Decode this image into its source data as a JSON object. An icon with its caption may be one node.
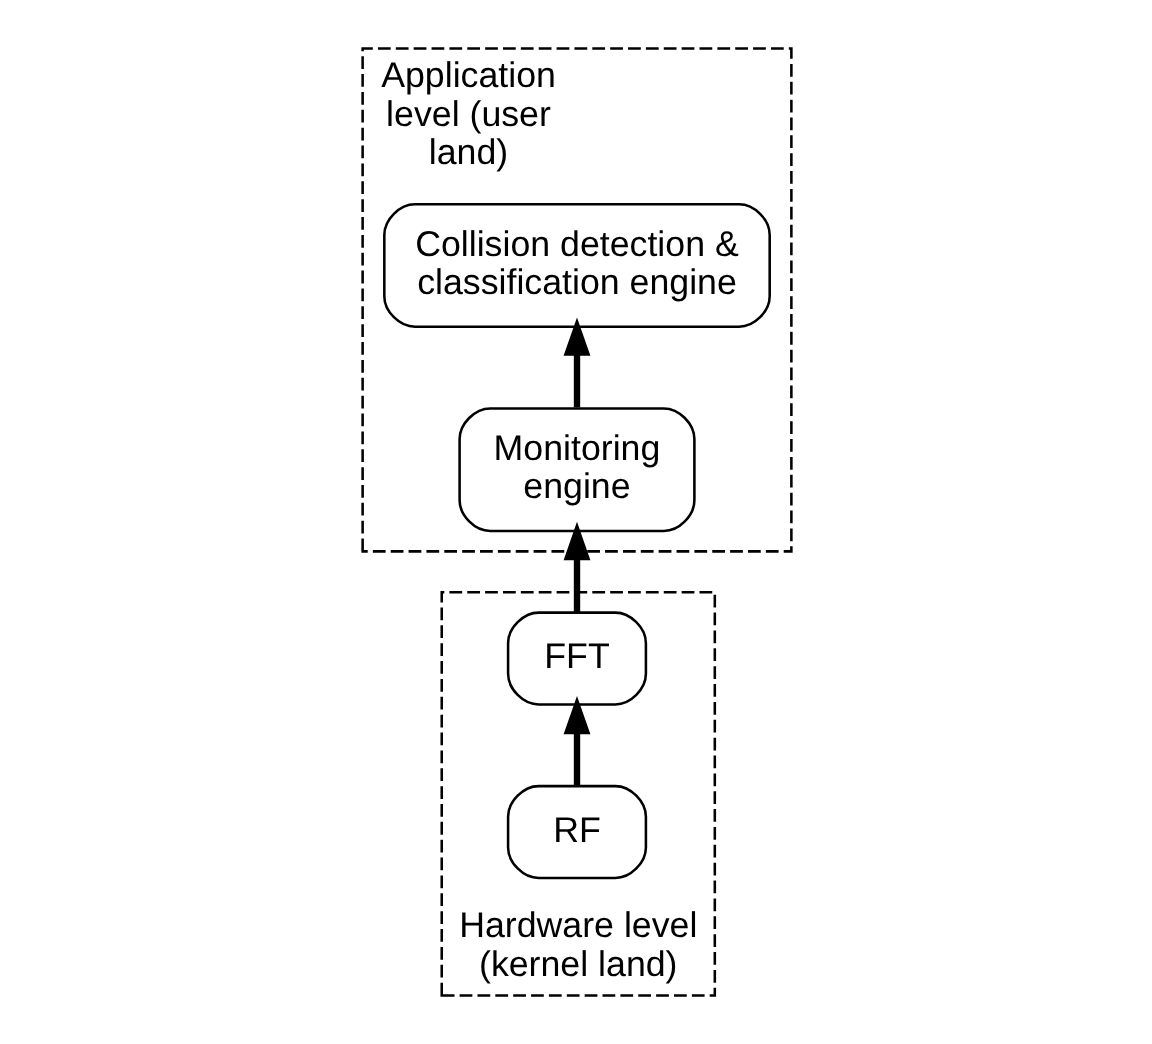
{
  "diagram": {
    "nodes": [
      {
        "text": [
          "Application level (user land)"
        ]
      },
      {
        "text": [
          "Collision detection & classification engine"
        ],
        "in": 0
      },
      {
        "text": [
          "Monitoring engine"
        ],
        "in": 0
      },
      {
        "text": [
          "Hardware level (kernel land)"
        ]
      },
      {
        "text": [
          "FFT"
        ],
        "in": 3
      },
      {
        "text": [
          "RF"
        ],
        "in": 3
      }
    ],
    "edges": [
      {
        "from": 5,
        "to": 4,
        "arrow": "to"
      },
      {
        "from": 4,
        "to": 2,
        "arrow": "to"
      },
      {
        "from": 2,
        "to": 1,
        "arrow": "to"
      }
    ]
  }
}
